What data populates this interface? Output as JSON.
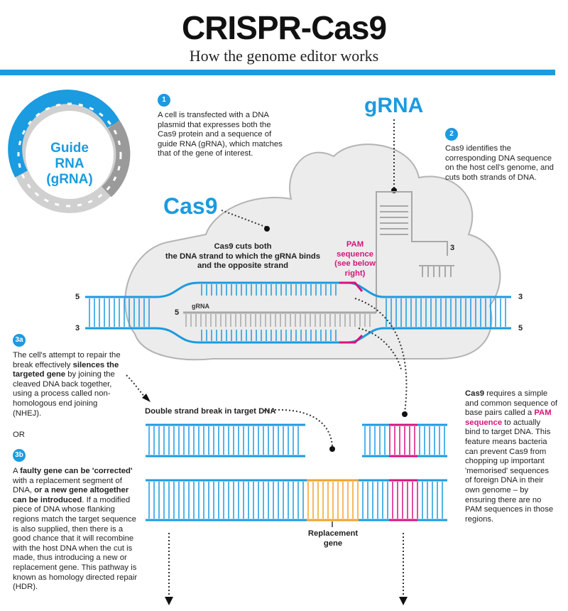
{
  "header": {
    "title": "CRISPR-Cas9",
    "subtitle": "How the genome editor works"
  },
  "colors": {
    "accent_blue": "#1b9be0",
    "pam_pink": "#d6147c",
    "replacement_orange": "#f0a22c",
    "cell_fill": "#ececec",
    "grna_grey": "#a8a8a8"
  },
  "labels": {
    "guide_rna": [
      "Guide",
      "RNA",
      "(gRNA)"
    ],
    "grna": "gRNA",
    "cas9": "Cas9",
    "grna_small": "gRNA",
    "end_5": "5",
    "end_3": "3",
    "double_strand_break": "Double strand break in target DNA",
    "replacement_gene": [
      "Replacement",
      "gene"
    ],
    "pam_sequence": [
      "PAM",
      "sequence",
      "(see below",
      "right)"
    ],
    "cas9_cuts": [
      "Cas9 cuts both",
      "the DNA strand to which the gRNA binds",
      "and the opposite strand"
    ]
  },
  "steps": {
    "step1": {
      "badge": "1",
      "text": "A cell is transfected with a DNA plasmid that expresses both the Cas9 protein and a sequence of guide RNA (gRNA), which matches that of the gene of interest."
    },
    "step2": {
      "badge": "2",
      "text": "Cas9 identifies the corresponding DNA sequence on the host cell's genome, and cuts both strands of DNA."
    },
    "step3a": {
      "badge": "3a",
      "text_before": "The cell's attempt to repair the break effectively ",
      "text_bold": "silences the targeted gene",
      "text_after": " by joining the cleaved DNA back together, using a process called non-homologous end joining (NHEJ)."
    },
    "or": "OR",
    "step3b": {
      "badge": "3b",
      "text_1": "A ",
      "bold_1": "faulty gene can be 'corrected'",
      "text_2": " with a replacement segment of DNA, ",
      "bold_2": "or a new gene altogether can be introduced",
      "text_3": ". If a modified piece of DNA whose flanking regions match the target sequence is also supplied, then there is a good chance that it will recombine with the host DNA when the cut is made, thus introducing a new or replacement gene. This pathway is known as homology directed repair (HDR)."
    },
    "pam_note": {
      "bold": "Cas9",
      "text_1": " requires a simple and common sequence of base pairs called a ",
      "pink": "PAM sequence",
      "text_2": " to actually bind to target DNA. This feature means bacteria can prevent Cas9 from chopping up important 'memorised' sequences of foreign DNA in their own genome – by ensuring there are no PAM sequences in those regions."
    }
  }
}
